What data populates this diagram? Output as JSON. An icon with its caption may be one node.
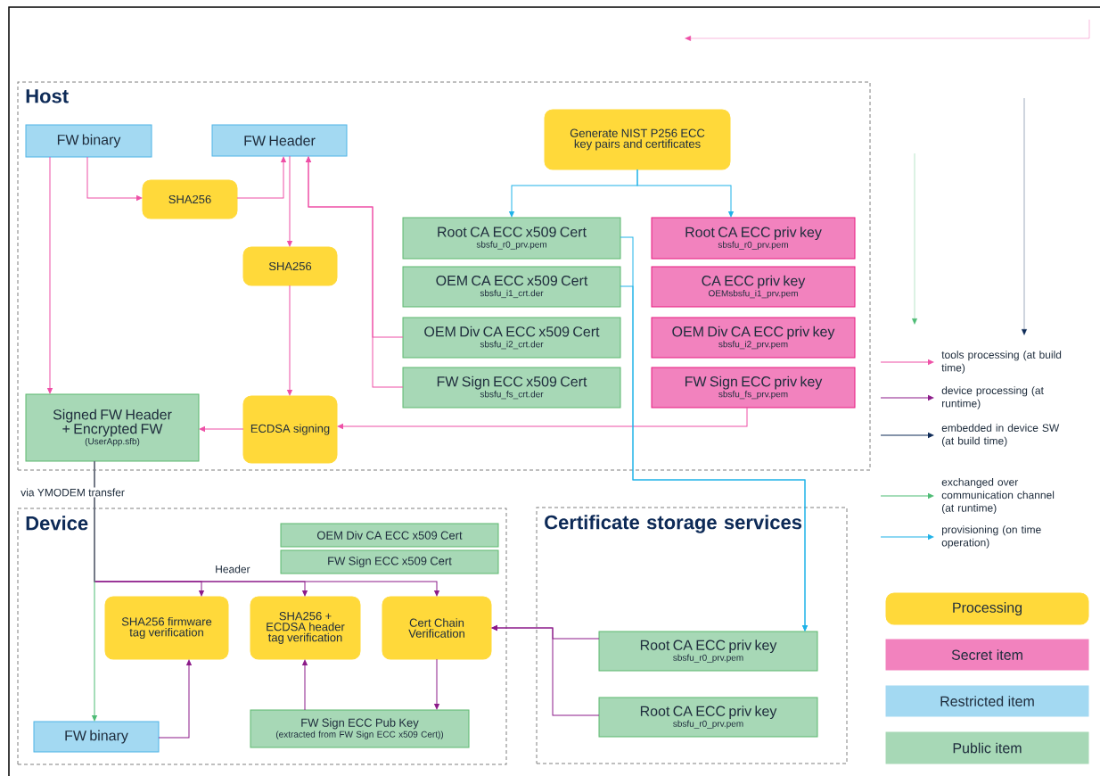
{
  "diagram": {
    "nodes": [
      {
        "text": [
          "Host"
        ]
      },
      {
        "text": [
          "FW binary"
        ],
        "in": 0
      },
      {
        "text": [
          "FW Header"
        ],
        "in": 0
      },
      {
        "text": [
          "Generate NIST P256 ECC key pairs and certificates"
        ],
        "in": 0
      },
      {
        "text": [
          "SHA256"
        ],
        "in": 0
      },
      {
        "text": [
          "Root CA ECC x509 Cert",
          "sbsfu_r0_prv.pem"
        ],
        "in": 0
      },
      {
        "text": [
          "Root CA ECC priv key",
          "sbsfu_r0_prv.pem"
        ],
        "in": 0
      },
      {
        "text": [
          "SHA256"
        ],
        "in": 0
      },
      {
        "text": [
          "OEM CA ECC x509 Cert",
          "sbsfu_i1_crt.der"
        ],
        "in": 0
      },
      {
        "text": [
          "CA ECC priv key",
          "OEMsbsfu_i1_prv.pem"
        ],
        "in": 0
      },
      {
        "text": [
          "OEM Div CA ECC x509 Cert",
          "sbsfu_i2_crt.der"
        ],
        "in": 0
      },
      {
        "text": [
          "OEM Div CA ECC priv key",
          "sbsfu_i2_prv.pem"
        ],
        "in": 0
      },
      {
        "text": [
          "FW Sign ECC x509 Cert",
          "sbsfu_fs_crt.der"
        ],
        "in": 0
      },
      {
        "text": [
          "FW Sign ECC priv key",
          "sbsfu_fs_prv.pem"
        ],
        "in": 0
      },
      {
        "text": [
          "Signed FW Header + Encrypted FW",
          "(UserApp.sfb)"
        ],
        "in": 0
      },
      {
        "text": [
          "ECDSA signing"
        ],
        "in": 0
      },
      {
        "text": [
          "Device"
        ]
      },
      {
        "text": [
          "OEM Div CA ECC x509 Cert"
        ],
        "in": 16
      },
      {
        "text": [
          "FW Sign ECC x509 Cert"
        ],
        "in": 16
      },
      {
        "text": [
          "SHA256 firmware tag verification"
        ],
        "in": 16
      },
      {
        "text": [
          "SHA256 + ECDSA header tag verification"
        ],
        "in": 16
      },
      {
        "text": [
          "Cert Chain Verification"
        ],
        "in": 16
      },
      {
        "text": [
          "FW binary"
        ],
        "in": 16
      },
      {
        "text": [
          "FW Sign ECC Pub Key",
          "(extracted from FW Sign ECC x509 Cert))"
        ],
        "in": 16
      },
      {
        "text": [
          "Certificate storage services"
        ]
      },
      {
        "text": [
          "Root CA ECC priv key",
          "sbsfu_r0_prv.pem"
        ],
        "in": 24
      },
      {
        "text": [
          "Root CA ECC priv key",
          "sbsfu_r0_prv.pem"
        ],
        "in": 24
      }
    ],
    "edges": [
      {
        "from": 1,
        "to": 4,
        "arrow": "to"
      },
      {
        "from": 4,
        "to": 2,
        "arrow": "to"
      },
      {
        "from": 2,
        "to": 7,
        "arrow": "to"
      },
      {
        "from": 1,
        "to": 14,
        "arrow": "to"
      },
      {
        "from": 7,
        "to": 15,
        "arrow": "to"
      },
      {
        "from": 10,
        "to": 2,
        "arrow": "to"
      },
      {
        "from": 12,
        "to": 2,
        "arrow": "to"
      },
      {
        "from": 13,
        "to": 15,
        "arrow": "to"
      },
      {
        "from": 15,
        "to": 14,
        "arrow": "to"
      },
      {
        "from": 3,
        "to": 5,
        "arrow": "to",
        "color": "#1fb2e8"
      },
      {
        "from": 3,
        "to": 6,
        "arrow": "to",
        "color": "#1fb2e8"
      },
      {
        "from": 5,
        "to": 25,
        "arrow": "to",
        "color": "#1fb2e8"
      },
      {
        "from": 8,
        "to": 25,
        "arrow": "to",
        "color": "#1fb2e8"
      },
      {
        "from": 14,
        "to": 22,
        "arrow": "to",
        "color": "#4dbb74",
        "label": "via YMODEM transfer"
      },
      {
        "from": 14,
        "to": 19,
        "arrow": "to",
        "color": "#8b1a89",
        "label": "Header"
      },
      {
        "from": 14,
        "to": 20,
        "arrow": "to",
        "color": "#8b1a89"
      },
      {
        "from": 14,
        "to": 21,
        "arrow": "to",
        "color": "#8b1a89"
      },
      {
        "from": 22,
        "to": 19,
        "arrow": "to",
        "color": "#8b1a89"
      },
      {
        "from": 23,
        "to": 20,
        "arrow": "to",
        "color": "#8b1a89"
      },
      {
        "from": 21,
        "to": 23,
        "arrow": "to",
        "color": "#8b1a89"
      },
      {
        "from": 25,
        "to": 21,
        "arrow": "to",
        "color": "#8b1a89"
      },
      {
        "from": 26,
        "to": 21,
        "arrow": "to",
        "color": "#8b1a89"
      }
    ],
    "legend": [
      {
        "text": "tools processing (at build time)"
      },
      {
        "text": "device processing (at runtime)"
      },
      {
        "text": "embedded in device SW (at build time)"
      },
      {
        "text": "exchanged over communication channel (at runtime)"
      },
      {
        "text": "provisioning (on time operation)"
      },
      {
        "text": "Processing",
        "color": "#ffd93a"
      },
      {
        "text": "Secret item",
        "color": "#f282be"
      },
      {
        "text": "Restricted item",
        "color": "#a3d9f2"
      },
      {
        "text": "Public item",
        "color": "#a7d8b6"
      }
    ]
  }
}
